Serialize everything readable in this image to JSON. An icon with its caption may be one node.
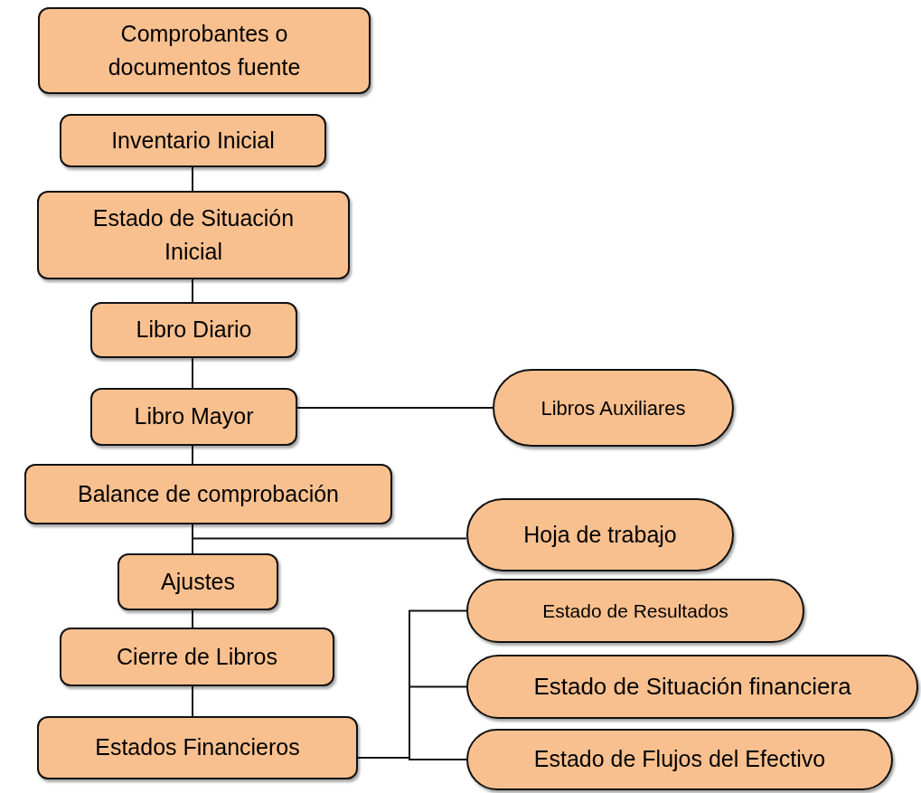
{
  "diagram": {
    "nodes": [
      {
        "text": [
          "Comprobantes o documentos fuente"
        ]
      },
      {
        "text": [
          "Inventario Inicial"
        ]
      },
      {
        "text": [
          "Estado de Situación Inicial"
        ]
      },
      {
        "text": [
          "Libro Diario"
        ]
      },
      {
        "text": [
          "Libro Mayor"
        ]
      },
      {
        "text": [
          "Libros Auxiliares"
        ]
      },
      {
        "text": [
          "Balance de comprobación"
        ]
      },
      {
        "text": [
          "Hoja de trabajo"
        ]
      },
      {
        "text": [
          "Ajustes"
        ]
      },
      {
        "text": [
          "Estado de Resultados"
        ]
      },
      {
        "text": [
          "Cierre de Libros"
        ]
      },
      {
        "text": [
          "Estado de Situación financiera"
        ]
      },
      {
        "text": [
          "Estados Financieros"
        ]
      },
      {
        "text": [
          "Estado de Flujos del Efectivo"
        ]
      }
    ],
    "edges": [
      {
        "from": 1,
        "to": 2,
        "arrow": "none"
      },
      {
        "from": 2,
        "to": 3,
        "arrow": "none"
      },
      {
        "from": 3,
        "to": 4,
        "arrow": "none"
      },
      {
        "from": 4,
        "to": 5,
        "arrow": "none"
      },
      {
        "from": 4,
        "to": 6,
        "arrow": "none"
      },
      {
        "from": 6,
        "to": 7,
        "arrow": "none"
      },
      {
        "from": 6,
        "to": 8,
        "arrow": "none"
      },
      {
        "from": 8,
        "to": 10,
        "arrow": "none"
      },
      {
        "from": 10,
        "to": 12,
        "arrow": "none"
      },
      {
        "from": 12,
        "to": 9,
        "arrow": "none"
      },
      {
        "from": 12,
        "to": 11,
        "arrow": "none"
      },
      {
        "from": 12,
        "to": 13,
        "arrow": "none"
      }
    ]
  }
}
